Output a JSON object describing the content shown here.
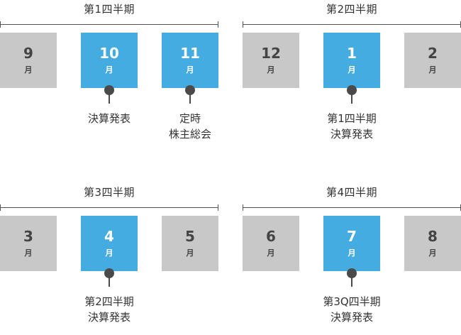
{
  "quarters": [
    {
      "title": "第1四半期",
      "months": [
        {
          "num": "9",
          "unit": "月",
          "highlight": false
        },
        {
          "num": "10",
          "unit": "月",
          "highlight": true
        },
        {
          "num": "11",
          "unit": "月",
          "highlight": true
        }
      ],
      "events": [
        {
          "month_index": 1,
          "lines": [
            "決算発表"
          ]
        },
        {
          "month_index": 2,
          "lines": [
            "定時",
            "株主総会"
          ]
        }
      ]
    },
    {
      "title": "第2四半期",
      "months": [
        {
          "num": "12",
          "unit": "月",
          "highlight": false
        },
        {
          "num": "1",
          "unit": "月",
          "highlight": true
        },
        {
          "num": "2",
          "unit": "月",
          "highlight": false
        }
      ],
      "events": [
        {
          "month_index": 1,
          "lines": [
            "第1四半期",
            "決算発表"
          ]
        }
      ]
    },
    {
      "title": "第3四半期",
      "months": [
        {
          "num": "3",
          "unit": "月",
          "highlight": false
        },
        {
          "num": "4",
          "unit": "月",
          "highlight": true
        },
        {
          "num": "5",
          "unit": "月",
          "highlight": false
        }
      ],
      "events": [
        {
          "month_index": 1,
          "lines": [
            "第2四半期",
            "決算発表"
          ]
        }
      ]
    },
    {
      "title": "第4四半期",
      "months": [
        {
          "num": "6",
          "unit": "月",
          "highlight": false
        },
        {
          "num": "7",
          "unit": "月",
          "highlight": true
        },
        {
          "num": "8",
          "unit": "月",
          "highlight": false
        }
      ],
      "events": [
        {
          "month_index": 1,
          "lines": [
            "第3Q四半期",
            "決算発表"
          ]
        }
      ]
    }
  ],
  "colors": {
    "highlight": "#45ace2",
    "normal": "#c8c8c8",
    "pin": "#4a4a4a"
  }
}
